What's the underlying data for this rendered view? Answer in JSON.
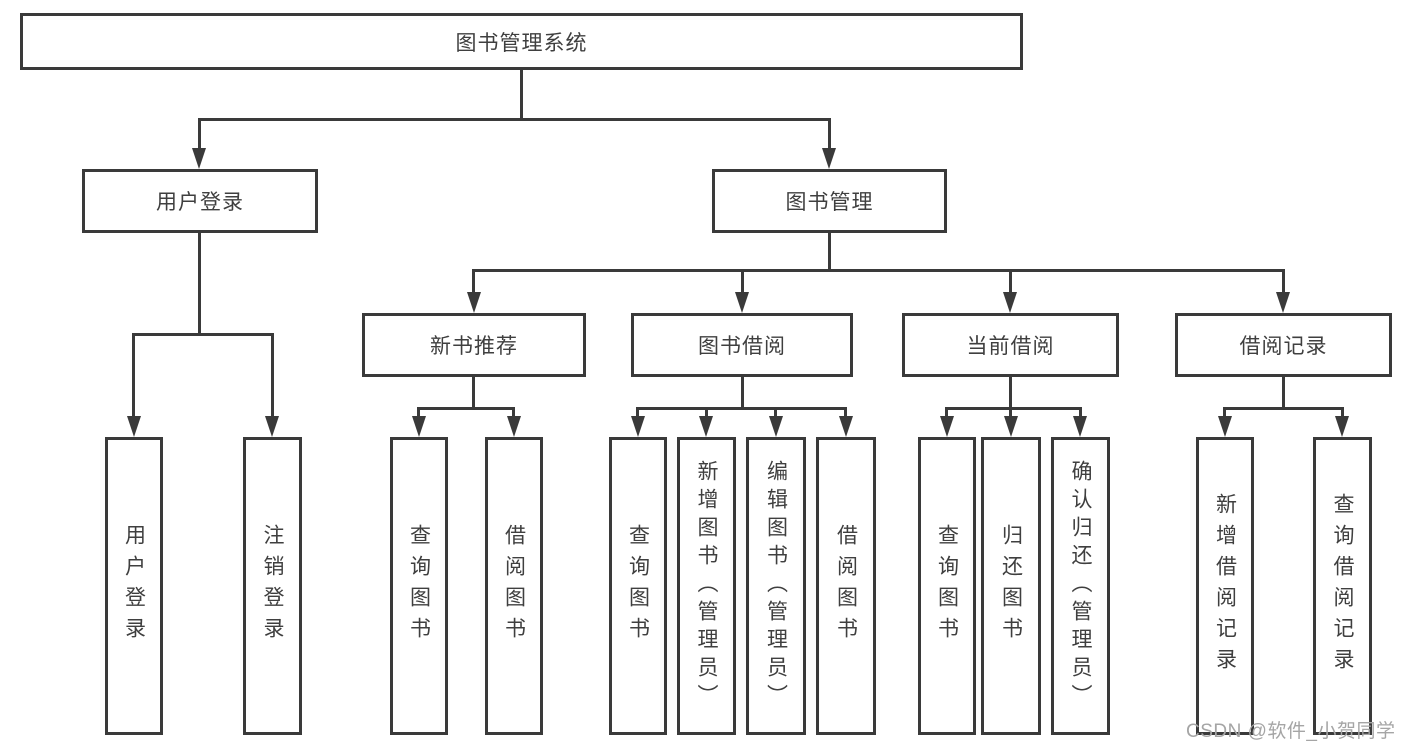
{
  "diagram_type": "tree",
  "watermark": "CSDN @软件_小贺同学",
  "colors": {
    "background": "#ffffff",
    "line": "#3a3a3a",
    "text": "#3f3f3f",
    "watermark": "#a5a5a5"
  },
  "structure": {
    "label": "图书管理系统",
    "children": [
      {
        "label": "用户登录",
        "children": [
          {
            "label": "用户登录"
          },
          {
            "label": "注销登录"
          }
        ]
      },
      {
        "label": "图书管理",
        "children": [
          {
            "label": "新书推荐",
            "children": [
              {
                "label": "查询图书"
              },
              {
                "label": "借阅图书"
              }
            ]
          },
          {
            "label": "图书借阅",
            "children": [
              {
                "label": "查询图书"
              },
              {
                "label": "新增图书（管理员）"
              },
              {
                "label": "编辑图书（管理员）"
              },
              {
                "label": "借阅图书"
              }
            ]
          },
          {
            "label": "当前借阅",
            "children": [
              {
                "label": "查询图书"
              },
              {
                "label": "归还图书"
              },
              {
                "label": "确认归还（管理员）"
              }
            ]
          },
          {
            "label": "借阅记录",
            "children": [
              {
                "label": "新增借阅记录"
              },
              {
                "label": "查询借阅记录"
              }
            ]
          }
        ]
      }
    ]
  }
}
